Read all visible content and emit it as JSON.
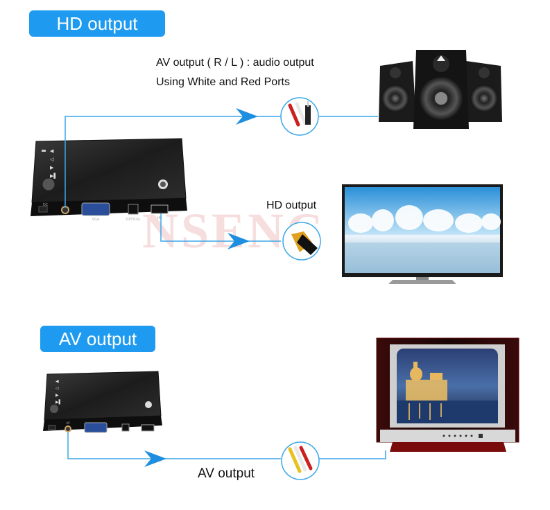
{
  "sections": {
    "hd_title": "HD output",
    "av_title": "AV output"
  },
  "labels": {
    "av_audio_line1": "AV output ( R / L ) : audio output",
    "av_audio_line2": "Using White and Red Ports",
    "hd_output": "HD output",
    "av_output": "AV output"
  },
  "watermark": "NSENC",
  "device_ports": {
    "dc": "DC",
    "av": "AV",
    "vga": "VGA",
    "optical": "OPTICAL",
    "hd": "HD"
  },
  "colors": {
    "badge": "#1e9bf0",
    "line": "#3ba7e8",
    "arrow": "#1e8fe0"
  },
  "icons": [
    "speaker-icon",
    "rca-plug-icon",
    "hdmi-plug-icon",
    "lcd-tv-icon",
    "crt-tv-icon",
    "media-player-icon"
  ]
}
